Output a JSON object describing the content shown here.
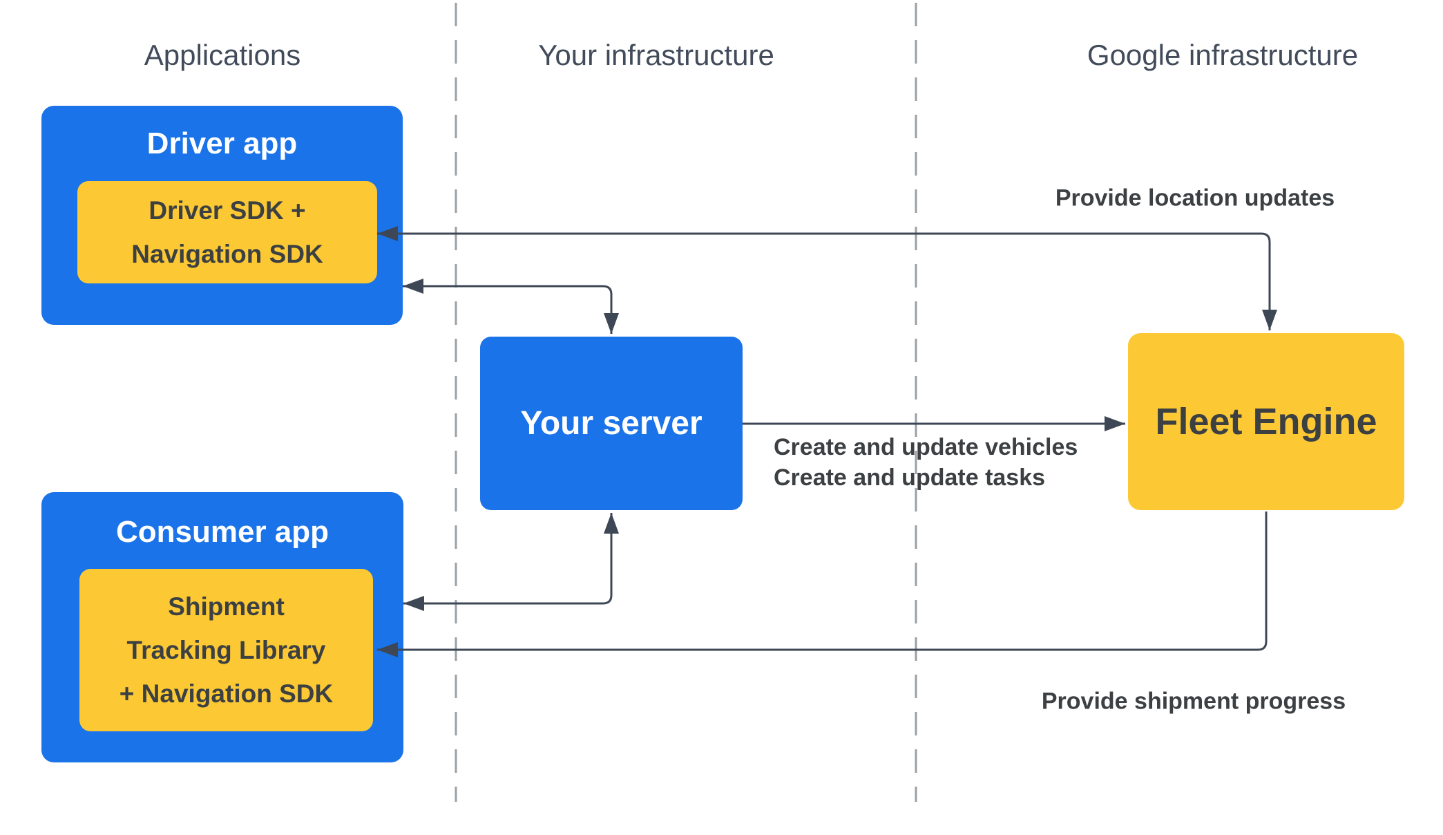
{
  "columns": [
    {
      "id": "applications",
      "label": "Applications"
    },
    {
      "id": "your-infrastructure",
      "label": "Your infrastructure"
    },
    {
      "id": "google-infrastructure",
      "label": "Google infrastructure"
    }
  ],
  "nodes": {
    "driver_app": {
      "label": "Driver app",
      "type": "app"
    },
    "driver_sdk": {
      "lines": [
        "Driver SDK +",
        "Navigation SDK"
      ],
      "type": "sdk"
    },
    "consumer_app": {
      "label": "Consumer app",
      "type": "app"
    },
    "shipment_sdk": {
      "lines": [
        "Shipment",
        "Tracking Library",
        "+ Navigation SDK"
      ],
      "type": "sdk"
    },
    "your_server": {
      "label": "Your server",
      "type": "server"
    },
    "fleet_engine": {
      "label": "Fleet Engine",
      "type": "service"
    }
  },
  "edges": {
    "location_updates": {
      "label": "Provide location updates",
      "from": "driver_sdk",
      "to": "fleet_engine",
      "bidirectional": true
    },
    "driver_app_server": {
      "label": "",
      "from": "driver_app",
      "to": "your_server",
      "bidirectional": true
    },
    "server_fleet": {
      "labels": [
        "Create and update vehicles",
        "Create and update tasks"
      ],
      "from": "your_server",
      "to": "fleet_engine",
      "bidirectional": false
    },
    "consumer_app_server": {
      "label": "",
      "from": "consumer_app",
      "to": "your_server",
      "bidirectional": true
    },
    "shipment_progress": {
      "label": "Provide shipment progress",
      "from": "fleet_engine",
      "to": "shipment_sdk",
      "bidirectional": false
    }
  },
  "colors": {
    "page_bg": "#ffffff",
    "blue": "#1a73e8",
    "yellow": "#fcc934",
    "line": "#3e4755",
    "dashed": "#9aa0a6",
    "dark_text": "#3c4043",
    "header_text": "#424b5a"
  }
}
